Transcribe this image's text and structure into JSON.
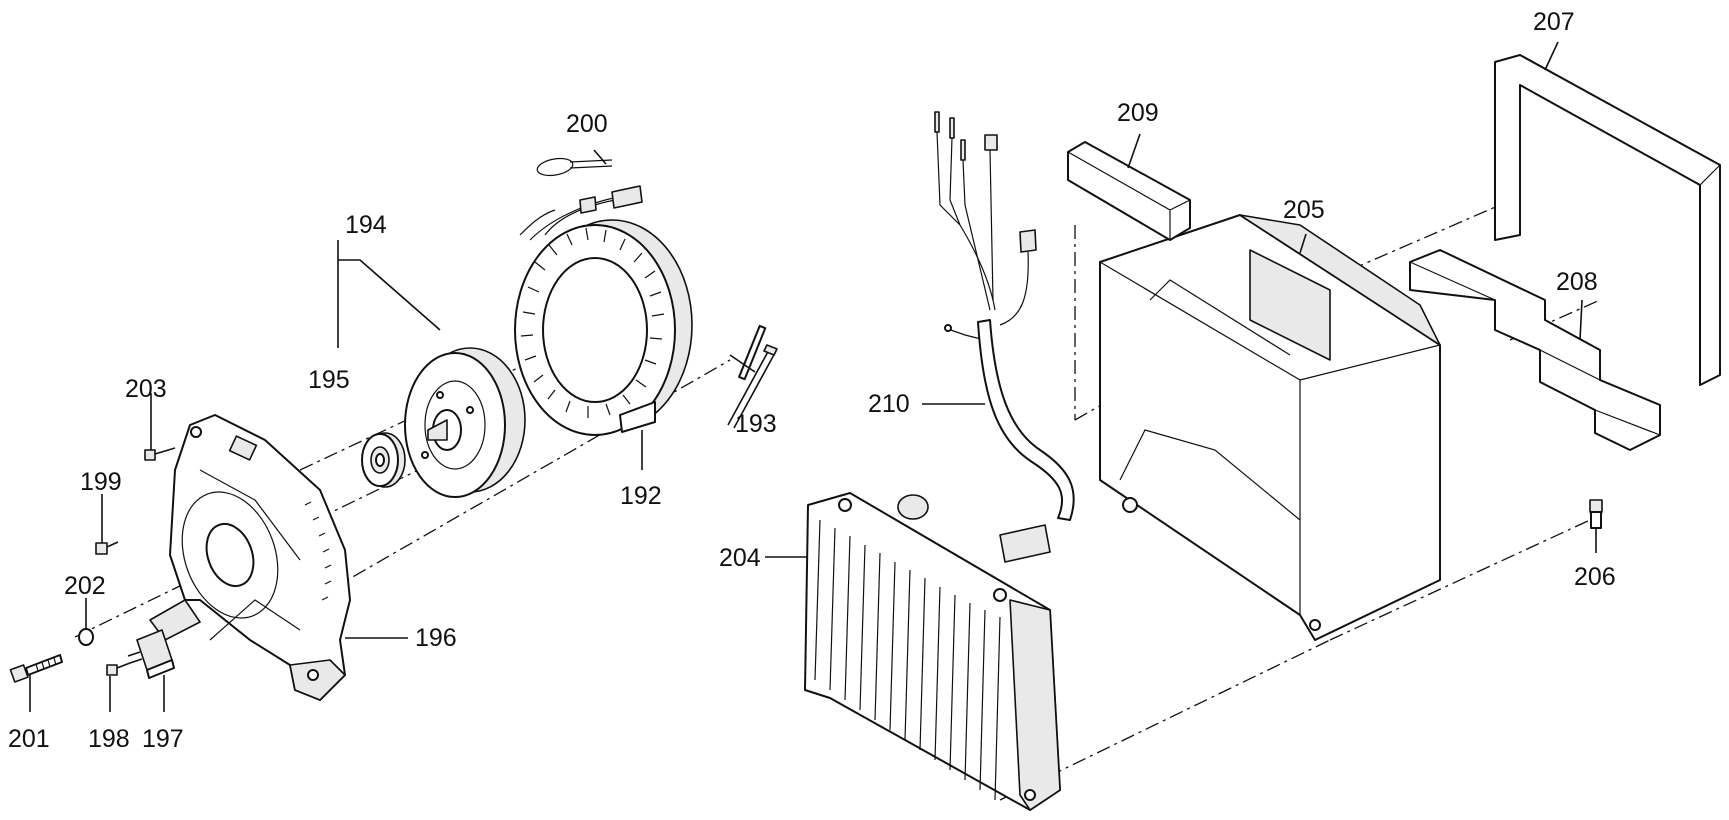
{
  "diagram": {
    "labels": {
      "p192": "192",
      "p193": "193",
      "p194": "194",
      "p195": "195",
      "p196": "196",
      "p197": "197",
      "p198": "198",
      "p199": "199",
      "p200": "200",
      "p201": "201",
      "p202": "202",
      "p203": "203",
      "p204": "204",
      "p205": "205",
      "p206": "206",
      "p207": "207",
      "p208": "208",
      "p209": "209",
      "p210": "210"
    }
  }
}
